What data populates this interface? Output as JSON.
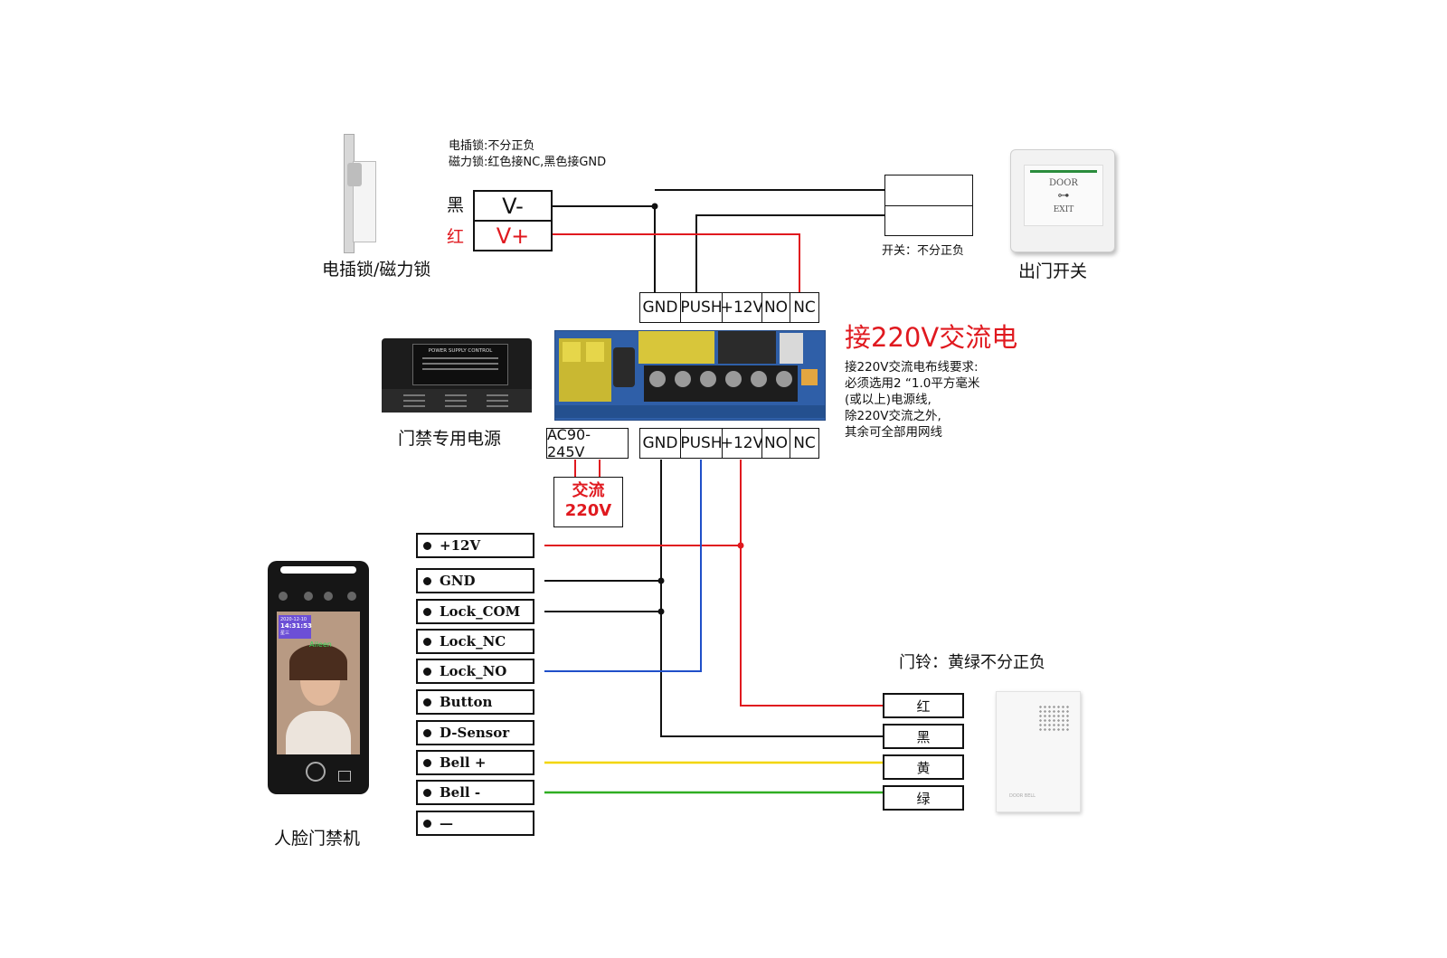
{
  "lock": {
    "note1": "电插锁:不分正负",
    "note2": "磁力锁:红色接NC,黑色接GND",
    "black_label": "黑",
    "red_label": "红",
    "vminus": "V-",
    "vplus": "V+",
    "caption": "电插锁/磁力锁"
  },
  "exit_switch": {
    "note": "开关：不分正负",
    "caption": "出门开关",
    "plate_text1": "DOOR",
    "plate_text2": "EXIT"
  },
  "psu_top_terminals": [
    "GND",
    "PUSH",
    "+12V",
    "NO",
    "NC"
  ],
  "psu_bottom_terminals": [
    "GND",
    "PUSH",
    "+12V",
    "NO",
    "NC"
  ],
  "psu_ac_terminal": "AC90-245V",
  "ac_box": {
    "line1": "交流",
    "line2": "220V"
  },
  "psu_box": {
    "caption": "门禁专用电源",
    "label": "POWER SUPPLY CONTROL"
  },
  "ac_heading": "接220V交流电",
  "ac_requirements": [
    "接220V交流电布线要求:",
    "必须选用2 “1.0平方毫米",
    "(或以上)电源线,",
    "除220V交流之外,",
    "其余可全部用网线"
  ],
  "face_terminal": {
    "caption": "人脸门禁机",
    "terminals": [
      "+12V",
      "GND",
      "Lock_COM",
      "Lock_NC",
      "Lock_NO",
      "Button",
      "D-Sensor",
      "Bell +",
      "Bell -",
      "—"
    ],
    "screen_date": "2020-12-10",
    "screen_time": "14:31:53",
    "screen_day": "星三",
    "screen_name": "Aileen"
  },
  "doorbell": {
    "note": "门铃：黄绿不分正负",
    "wires": [
      "红",
      "黑",
      "黄",
      "绿"
    ],
    "device_label": "DOOR BELL"
  },
  "colors": {
    "red": "#e0191f",
    "blue": "#1f4fc9",
    "yellow": "#f2d600",
    "green": "#2fae22",
    "black": "#111111"
  }
}
